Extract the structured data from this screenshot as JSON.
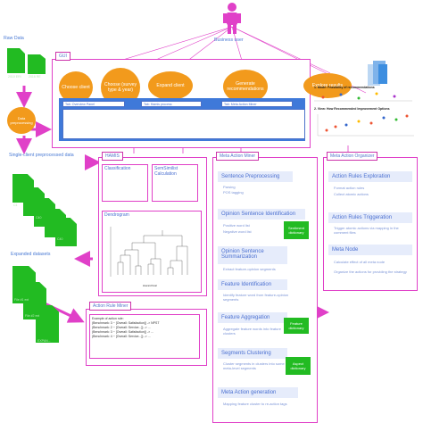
{
  "user": {
    "label": "Business user"
  },
  "left": {
    "raw_data": {
      "label": "Raw Data",
      "docs": [
        "2010 ERI",
        "2016 RE"
      ]
    },
    "data_preprocessing": {
      "label": "Data preprocessing"
    },
    "single_client": {
      "label": "Single-client preprocessed data",
      "docs": [
        "C1",
        "C2",
        "C40",
        "C...",
        "C40"
      ]
    },
    "expanded": {
      "label": "Expanded datasets",
      "docs": [
        "File #1 ext",
        "File #2 ext",
        "EXPAN..."
      ]
    }
  },
  "gui": {
    "title": "GUI",
    "steps": [
      "Choose client",
      "Choose (survey type & year)",
      "Expand client",
      "Generate recommendations",
      "Explore results"
    ],
    "tabs": [
      "Tab: Overview Panel",
      "Tab: Hamis process",
      "Tab: Meta Action Miner"
    ],
    "screenshots": {
      "top_title": "1. Mode: Feasibility of recommendations",
      "bottom_title": "2. View: How Recommended Improvement Options"
    }
  },
  "hamis": {
    "title": "HAMIS",
    "classification": "Classification",
    "semsim": "SemSimilist Calculation",
    "dendrogram": "Dendrogram",
    "dendro_xlabel": "Hierarchical"
  },
  "action_rule_miner": {
    "title": "Action Rule Miner",
    "lines": [
      "Example of action rule:",
      "(Benchmark: 3 ~ [Overall: Satisfaction]) -> NPST",
      "(Benchmark: 2 ~ [Overall: Service...]) -> ...",
      "(Benchmark: 3 ~ [Overall: Satisfaction]) -> ...",
      "(Benchmark: 4 ~ [Overall: Service...]) -> ..."
    ]
  },
  "meta_action_miner": {
    "title": "Meta Action Miner",
    "sections": [
      {
        "head": "Sentence Preprocessing",
        "items": [
          "Parsing",
          "POS tagging"
        ]
      },
      {
        "head": "Opinion Sentence Identification",
        "items": [
          "Positive word list",
          "Negative word list"
        ]
      },
      {
        "head": "Opinion Sentence Summarization",
        "items": [
          "Extract feature-opinion segments"
        ]
      },
      {
        "head": "Feature Identification",
        "items": [
          "Identify feature word from feature-opinion segments"
        ]
      },
      {
        "head": "Feature Aggregation",
        "items": [
          "Aggregate feature words into feature clusters"
        ]
      },
      {
        "head": "Segments Clustering",
        "items": [
          "Cluster segments in clusters into some meta-level segments"
        ]
      },
      {
        "head": "Meta Action generation",
        "items": [
          "Mapping feature cluster to re-action tags"
        ]
      }
    ],
    "tags": [
      "Sentiment dictionary",
      "Feature dictionary",
      "Aspect dictionary"
    ]
  },
  "meta_action_organizer": {
    "title": "Meta Action Organizer",
    "sections": [
      {
        "head": "Action Rules Exploration",
        "items": [
          "Format action rules",
          "Collect atomic actions"
        ]
      },
      {
        "head": "Action Rules Triggeration",
        "items": [
          "Trigger atomic actions via mapping in the comment files"
        ]
      },
      {
        "head": "Meta Node",
        "items": [
          "Calculate effect of all meta node",
          "Organize the actions for providing the strategy"
        ]
      }
    ]
  },
  "colors": {
    "pink": "#e040c8",
    "orange": "#f29a1c",
    "green": "#22bb22",
    "blue": "#4a6fd0"
  }
}
